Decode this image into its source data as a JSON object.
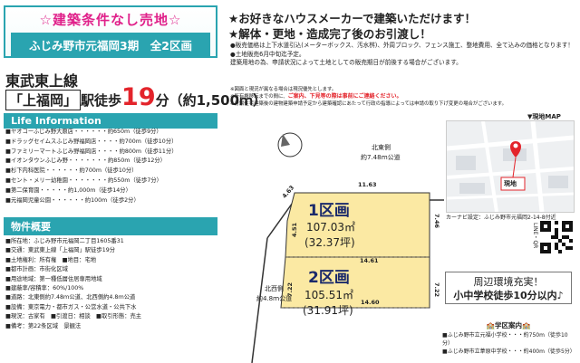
{
  "title": {
    "line1": "☆建築条件なし売地☆",
    "line2": "ふじみ野市元福岡3期　全2区画"
  },
  "access": {
    "line": "東武東上線",
    "station": "「上福岡」",
    "walk_prefix": "駅徒歩",
    "minutes": "19",
    "suffix": "分（約1,500ｍ）"
  },
  "life": {
    "heading": "Life Information",
    "items": [
      "■ヤオコーふじみ野大原店・・・・・・約650m（徒歩9分）",
      "■ドラッグセイムスふじみ野福岡店・・・・約700m（徒歩10分）",
      "■ファミリーマートふじみ野福岡店・・・・約800m（徒歩11分）",
      "■イオンタウンふじみ野・・・・・・・約850m（徒歩12分）",
      "■杉下内科医院・・・・・・約700m（徒歩10分）",
      "■セント・メリー幼稚園・・・・・・・約550m（徒歩7分）",
      "■第二保育園・・・・・約1,000m（徒歩14分）",
      "■元福岡児童公園・・・・・・約100m（徒歩2分）"
    ]
  },
  "property": {
    "heading": "物件概要",
    "items": [
      "■所在地：ふじみ野市元福岡二丁目1605番31",
      "■交通：東武東上線「上福岡」駅徒歩19分",
      "■土地権利：所有権　■地目：宅地",
      "■都市計画：市街化区域",
      "■用途地域：第一種低層住居専用地域",
      "■建蔽率/容積率：60%/100%",
      "■道路：北東側約7.48ｍ公道、北西側約4.8ｍ公道",
      "■設備：東京電力・都市ガス・公営水道・公共下水",
      "■現況：古家有　■引渡日：相談　■取引形態：売主",
      "■備考：第22条区域　景観法"
    ]
  },
  "header": {
    "line1": "★お好きなハウスメーカーで建築いただけます！",
    "line2": "★解体・更地・造成完了後のお引渡し！"
  },
  "notes": {
    "n1": "●販売価格は上下水道引込(メーターボックス、汚水桝)、外周ブロック、フェンス施工、整地費用、全て込みの価格となります！",
    "n2": "●土地販売6月中旬迄予定。",
    "n3": "建築用地の為、申請状況によって土地としての販売期日が前後する場合がございます。",
    "s1": "※図面と現況が異なる場合は現況優先とします。",
    "s2_black": "※所有権移転までの間に、",
    "s2_red": "ご案内、下見等の際は事前にご連絡ください。",
    "s3": "※分譲住宅建築後の建物建築申請予定から建築確認にあたって行政の指導によっては申請の取り下げ変更の場合がございます。"
  },
  "site": {
    "north_road": "北東側",
    "north_road2": "約7.48ｍ公道",
    "west_road": "北西側",
    "west_road2": "約4.8ｍ公道",
    "lot1": {
      "name": "1区画",
      "area_m2": "107.03㎡",
      "area_tsubo": "(32.37坪)"
    },
    "lot2": {
      "name": "2区画",
      "area_m2": "105.51㎡",
      "area_tsubo": "(31.91坪)"
    },
    "dims": {
      "top": "11.63",
      "left1": "4.51",
      "right1": "7.46",
      "topleft": "4.63",
      "mid": "14.61",
      "left2": "7.22",
      "right2": "7.22",
      "bottom": "14.60"
    }
  },
  "map": {
    "title": "▼現地MAP",
    "pin": "現地",
    "caption": "カーナビ設定：ふじみ野市元福岡2-14-8付近"
  },
  "qr_label": "LINE・QR",
  "env": {
    "line1": "周辺環境充実！",
    "line2": "小中学校徒歩10分以内♪"
  },
  "school": {
    "heading": "🏫学区案内🏫",
    "items": [
      "■ふじみ野市立元福小学校・・・約750m（徒歩10分）",
      "■ふじみ野市立葦原中学校・・・約400m（徒歩5分）"
    ]
  },
  "colors": {
    "accent": "#2aa4b0",
    "pink": "#e0218a",
    "red": "#e3242b",
    "lot": "#fbe9a3"
  }
}
